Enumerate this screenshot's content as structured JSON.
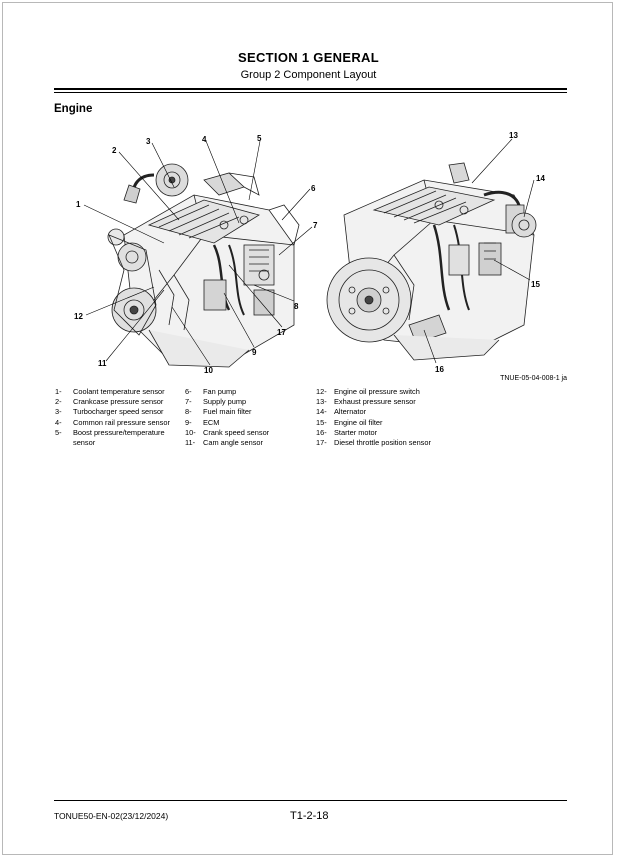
{
  "header": {
    "title": "SECTION 1 GENERAL",
    "subtitle": "Group 2 Component Layout"
  },
  "section": {
    "heading": "Engine"
  },
  "figure": {
    "id": "TNUE-05-04-008-1 ja",
    "callouts": [
      "1",
      "2",
      "3",
      "4",
      "5",
      "6",
      "7",
      "8",
      "9",
      "10",
      "11",
      "12",
      "13",
      "14",
      "15",
      "16",
      "17"
    ]
  },
  "legend": {
    "column1": [
      {
        "num": "1-",
        "text": "Coolant temperature sensor"
      },
      {
        "num": "2-",
        "text": "Crankcase pressure sensor"
      },
      {
        "num": "3-",
        "text": "Turbocharger speed sensor"
      },
      {
        "num": "4-",
        "text": "Common rail pressure sensor"
      },
      {
        "num": "5-",
        "text": "Boost pressure/temperature sensor"
      }
    ],
    "column2": [
      {
        "num": "6-",
        "text": "Fan pump"
      },
      {
        "num": "7-",
        "text": "Supply pump"
      },
      {
        "num": "8-",
        "text": "Fuel main filter"
      },
      {
        "num": "9-",
        "text": "ECM"
      },
      {
        "num": "10-",
        "text": "Crank speed sensor"
      },
      {
        "num": "11-",
        "text": "Cam angle sensor"
      }
    ],
    "column3": [
      {
        "num": "12-",
        "text": "Engine oil pressure switch"
      },
      {
        "num": "13-",
        "text": "Exhaust pressure sensor"
      },
      {
        "num": "14-",
        "text": "Alternator"
      },
      {
        "num": "15-",
        "text": "Engine oil filter"
      },
      {
        "num": "16-",
        "text": "Starter motor"
      },
      {
        "num": "17-",
        "text": "Diesel throttle position sensor"
      }
    ]
  },
  "footer": {
    "doc_code": "TONUE50-EN-02(23/12/2024)",
    "page_number": "T1-2-18"
  }
}
